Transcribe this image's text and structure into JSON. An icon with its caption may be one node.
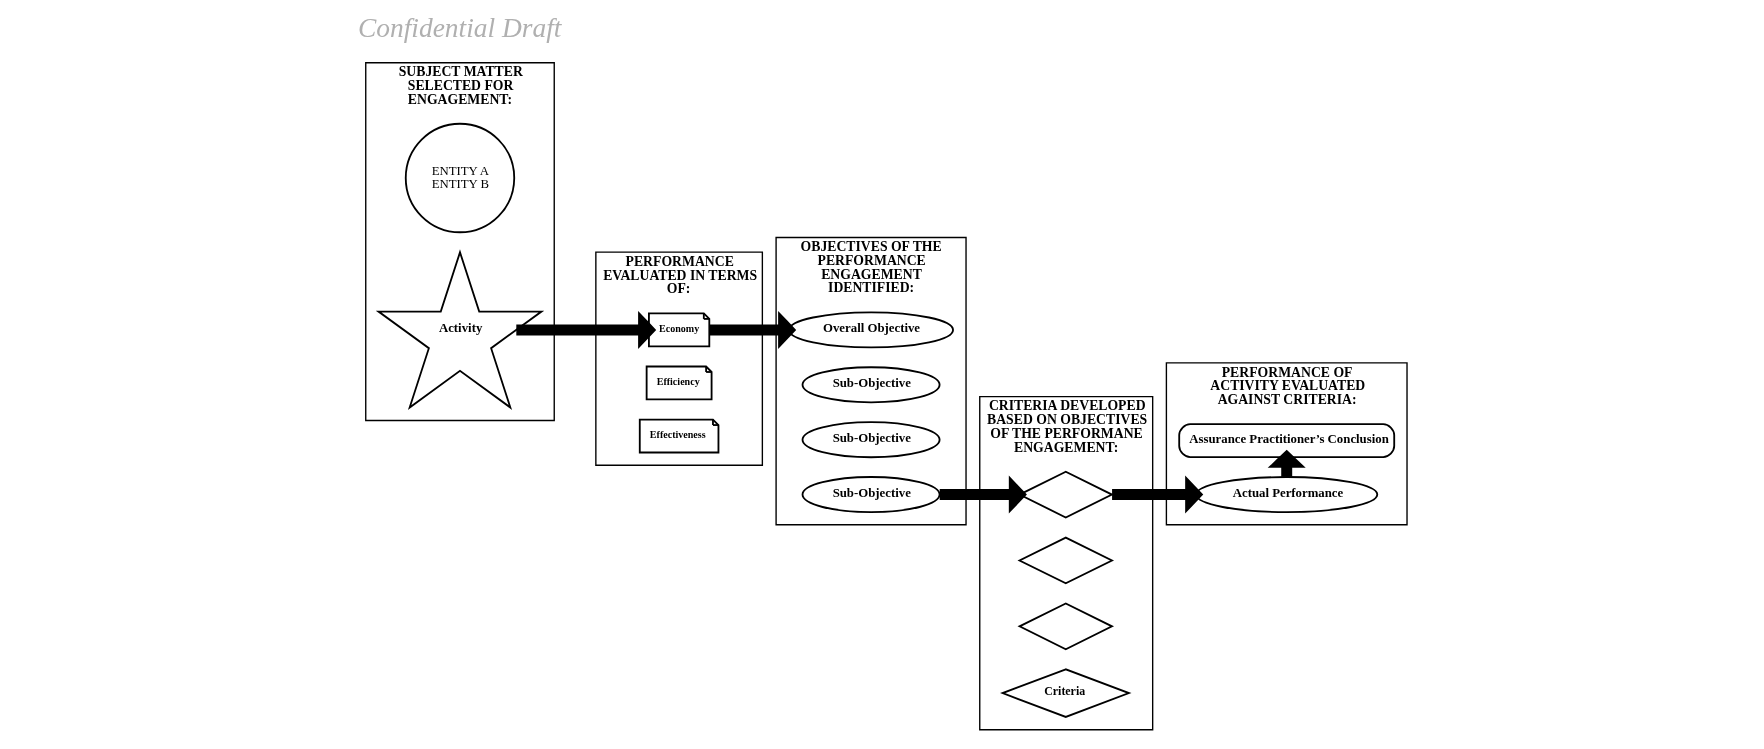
{
  "diagram": {
    "nodes": [
      {
        "text": [
          "SUBJECT MATTER SELECTED FOR ENGAGEMENT:"
        ]
      },
      {
        "text": [
          "ENTITY A",
          "ENTITY B"
        ],
        "in": 0
      },
      {
        "text": [
          "Activity"
        ],
        "in": 0
      },
      {
        "text": [
          "PERFORMANCE EVALUATED IN TERMS OF:"
        ]
      },
      {
        "text": [
          "Economy"
        ],
        "in": 3
      },
      {
        "text": [
          "Efficiency"
        ],
        "in": 3
      },
      {
        "text": [
          "Effectiveness"
        ],
        "in": 3
      },
      {
        "text": [
          "OBJECTIVES OF THE PERFORMANCE ENGAGEMENT IDENTIFIED:"
        ]
      },
      {
        "text": [
          "Overall Objective"
        ],
        "in": 7
      },
      {
        "text": [
          "Sub-Objective"
        ],
        "in": 7
      },
      {
        "text": [
          "Sub-Objective"
        ],
        "in": 7
      },
      {
        "text": [
          "Sub-Objective"
        ],
        "in": 7
      },
      {
        "text": [
          "CRITERIA DEVELOPED BASED ON OBJECTIVES OF THE PERFORMANE ENGAGEMENT:"
        ]
      },
      {
        "text": [],
        "shape": "diamond",
        "in": 12
      },
      {
        "text": [],
        "shape": "diamond",
        "in": 12
      },
      {
        "text": [],
        "shape": "diamond",
        "in": 12
      },
      {
        "text": [
          "Criteria"
        ],
        "in": 12
      },
      {
        "text": [
          "PERFORMANCE OF ACTIVITY EVALUATED AGAINST CRITERIA:"
        ]
      },
      {
        "text": [
          "Actual Performance"
        ],
        "in": 17
      },
      {
        "text": [
          "Assurance Practitioner’s Conclusion"
        ],
        "in": 17
      }
    ],
    "edges": [
      {
        "from": 2,
        "to": 4,
        "arrow": "to"
      },
      {
        "from": 4,
        "to": 8,
        "arrow": "to"
      },
      {
        "from": 11,
        "to": 13,
        "arrow": "to"
      },
      {
        "from": 13,
        "to": 18,
        "arrow": "to"
      },
      {
        "from": 18,
        "to": 19,
        "arrow": "to"
      }
    ],
    "labels": [
      "Confidential Draft"
    ]
  }
}
